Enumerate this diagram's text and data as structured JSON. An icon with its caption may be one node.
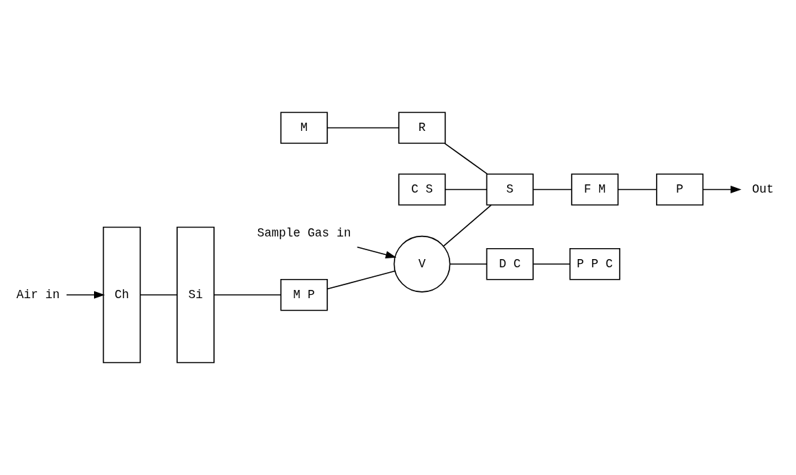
{
  "diagram": {
    "nodes": [
      {
        "text": [
          "Ch"
        ]
      },
      {
        "text": [
          "Si"
        ]
      },
      {
        "text": [
          "M P"
        ]
      },
      {
        "text": [
          "V"
        ]
      },
      {
        "text": [
          "Sample Gas in"
        ]
      },
      {
        "text": [
          "M"
        ]
      },
      {
        "text": [
          "R"
        ]
      },
      {
        "text": [
          "C S"
        ]
      },
      {
        "text": [
          "S"
        ]
      },
      {
        "text": [
          "F M"
        ]
      },
      {
        "text": [
          "P"
        ]
      },
      {
        "text": [
          "Out"
        ]
      },
      {
        "text": [
          "D C"
        ]
      },
      {
        "text": [
          "P P C"
        ]
      },
      {
        "text": [
          "Air in"
        ]
      }
    ],
    "edges": [
      {
        "from": 14,
        "to": 0,
        "arrow": "to"
      },
      {
        "from": 0,
        "to": 1,
        "arrow": "none"
      },
      {
        "from": 1,
        "to": 2,
        "arrow": "none"
      },
      {
        "from": 2,
        "to": 3,
        "arrow": "none"
      },
      {
        "from": 4,
        "to": 3,
        "arrow": "to"
      },
      {
        "from": 3,
        "to": 8,
        "arrow": "none"
      },
      {
        "from": 3,
        "to": 12,
        "arrow": "none"
      },
      {
        "from": 12,
        "to": 13,
        "arrow": "none"
      },
      {
        "from": 5,
        "to": 6,
        "arrow": "none"
      },
      {
        "from": 6,
        "to": 8,
        "arrow": "none"
      },
      {
        "from": 7,
        "to": 8,
        "arrow": "none"
      },
      {
        "from": 8,
        "to": 9,
        "arrow": "none"
      },
      {
        "from": 9,
        "to": 10,
        "arrow": "none"
      },
      {
        "from": 10,
        "to": 11,
        "arrow": "to"
      }
    ]
  }
}
